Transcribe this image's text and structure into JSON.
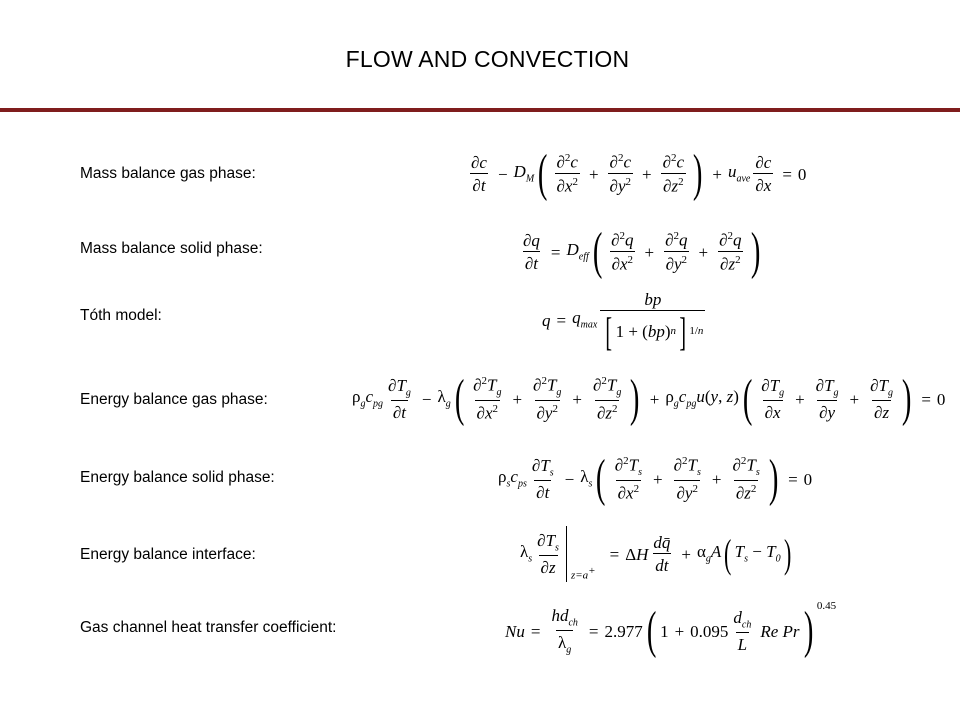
{
  "slide": {
    "title": "FLOW AND CONVECTION",
    "accent_color": "#7f1d1d"
  },
  "rows": [
    {
      "label": "Mass balance gas phase:"
    },
    {
      "label": "Mass balance solid phase:"
    },
    {
      "label": "Tóth model:"
    },
    {
      "label": "Energy balance gas phase:"
    },
    {
      "label": "Energy balance solid phase:"
    },
    {
      "label": "Energy balance interface:"
    },
    {
      "label": "Gas channel heat transfer coefficient:"
    }
  ],
  "equations": {
    "nu_coefficient": "2.977",
    "nu_one": "1",
    "nu_factor": "0.095",
    "nu_exponent": "0.45",
    "zero": "0"
  }
}
